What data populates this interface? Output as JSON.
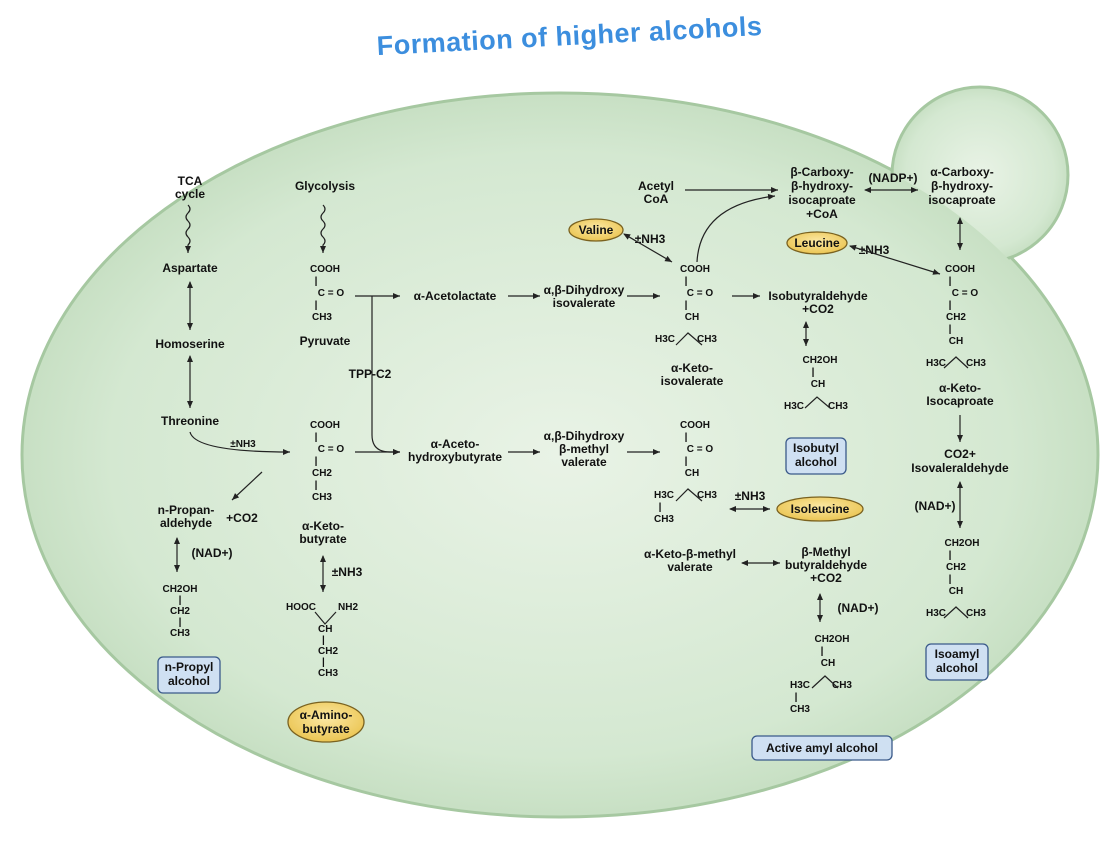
{
  "title": "Formation of higher alcohols",
  "colors": {
    "cell_fill": "#cfe5cc",
    "cell_edge": "#9fc39a",
    "title": "#3c8ede",
    "amino_fill": "#f3d36a",
    "alcohol_fill": "#cfe0f2",
    "alcohol_edge": "#3a5a8a"
  },
  "left": {
    "tca": [
      "TCA",
      "cycle"
    ],
    "aspartate": "Aspartate",
    "homoserine": "Homoserine",
    "threonine": "Threonine",
    "nh3_a": "±NH3",
    "propanal": [
      "n-Propan-",
      "aldehyde"
    ],
    "co2_a": "+CO2",
    "nad_a": "(NAD+)",
    "propanol": [
      "CH2OH",
      "|",
      "CH2",
      "|",
      "CH3"
    ],
    "propyl_alcohol": [
      "n-Propyl",
      "alcohol"
    ]
  },
  "mid": {
    "glycolysis": "Glycolysis",
    "pyruvate_struct": [
      "COOH",
      "|",
      "C = O",
      "|",
      "CH3"
    ],
    "pyruvate": "Pyruvate",
    "tpp": "TPP-C2",
    "ketobut_struct": [
      "COOH",
      "|",
      "C = O",
      "|",
      "CH2",
      "|",
      "CH3"
    ],
    "ketobutyrate": [
      "α-Keto-",
      "butyrate"
    ],
    "nh3_b": "±NH3",
    "aminobut_struct": [
      "HOOC",
      "NH2",
      "CH",
      "|",
      "CH2",
      "|",
      "CH3"
    ],
    "aminobutyrate": [
      "α-Amino-",
      "butyrate"
    ],
    "acetolactate": "α-Acetolactate",
    "acetohydroxy": [
      "α-Aceto-",
      "hydroxybutyrate"
    ],
    "dihydroxy_iso": [
      "α,β-Dihydroxy",
      "isovalerate"
    ],
    "dihydroxy_met": [
      "α,β-Dihydroxy",
      "β-methyl",
      "valerate"
    ]
  },
  "center": {
    "acetyl": [
      "Acetyl",
      "CoA"
    ],
    "valine": "Valine",
    "nh3_c": "±NH3",
    "ketoiso_struct": [
      "COOH",
      "|",
      "C = O",
      "|",
      "CH",
      "H3C",
      "CH3"
    ],
    "ketoisovalerate": [
      "α-Keto-",
      "isovalerate"
    ],
    "isobutyraldehyde": [
      "Isobutyraldehyde",
      "+CO2"
    ],
    "isobutanol_struct": [
      "CH2OH",
      "|",
      "CH",
      "H3C",
      "CH3"
    ],
    "isobutyl_alcohol": [
      "Isobutyl",
      "alcohol"
    ],
    "ketomet_struct": [
      "COOH",
      "|",
      "C = O",
      "|",
      "CH",
      "H3C",
      "CH3",
      "|",
      "CH3"
    ],
    "nh3_d": "±NH3",
    "isoleucine": "Isoleucine",
    "ketomethylvalerate": [
      "α-Keto-β-methyl",
      "valerate"
    ],
    "methylbutyraldehyde": [
      "β-Methyl",
      "butyraldehyde",
      "+CO2"
    ],
    "nad_c": "(NAD+)",
    "amyl_struct": [
      "CH2OH",
      "|",
      "CH",
      "H3C",
      "CH3",
      "|",
      "CH3"
    ],
    "active_amyl": "Active amyl alcohol"
  },
  "right": {
    "carboxy_b": [
      "β-Carboxy-",
      "β-hydroxy-",
      "isocaproate",
      "+CoA"
    ],
    "nadp": "(NADP+)",
    "carboxy_a": [
      "α-Carboxy-",
      "β-hydroxy-",
      "isocaproate"
    ],
    "leucine": "Leucine",
    "nh3_e": "±NH3",
    "ketoisocap_struct": [
      "COOH",
      "|",
      "C = O",
      "|",
      "CH2",
      "|",
      "CH",
      "H3C",
      "CH3"
    ],
    "ketoisocaproate": [
      "α-Keto-",
      "Isocaproate"
    ],
    "isovaleraldehyde": [
      "CO2+",
      "Isovaleraldehyde"
    ],
    "nad_r": "(NAD+)",
    "isoamyl_struct": [
      "CH2OH",
      "|",
      "CH2",
      "|",
      "CH",
      "H3C",
      "CH3"
    ],
    "isoamyl_alcohol": [
      "Isoamyl",
      "alcohol"
    ]
  }
}
